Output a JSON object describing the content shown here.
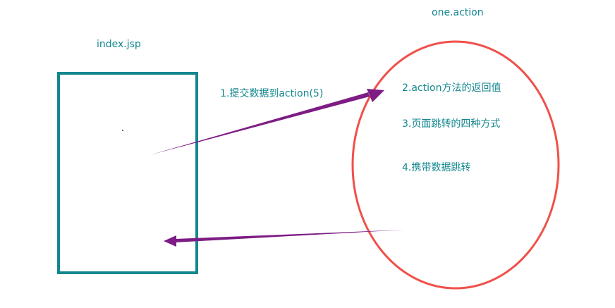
{
  "left_box": {
    "title": "index.jsp"
  },
  "right_ellipse": {
    "title": "one.action",
    "items": [
      "2.action方法的返回值",
      "3.页面跳转的四种方式",
      "4.携带数据跳转"
    ]
  },
  "request_arrow": {
    "label": "1.提交数据到action(5)"
  },
  "colors": {
    "box_stroke": "#13878f",
    "ellipse_stroke": "#f0504a",
    "arrow": "#7d1c84",
    "text": "#13878f"
  }
}
